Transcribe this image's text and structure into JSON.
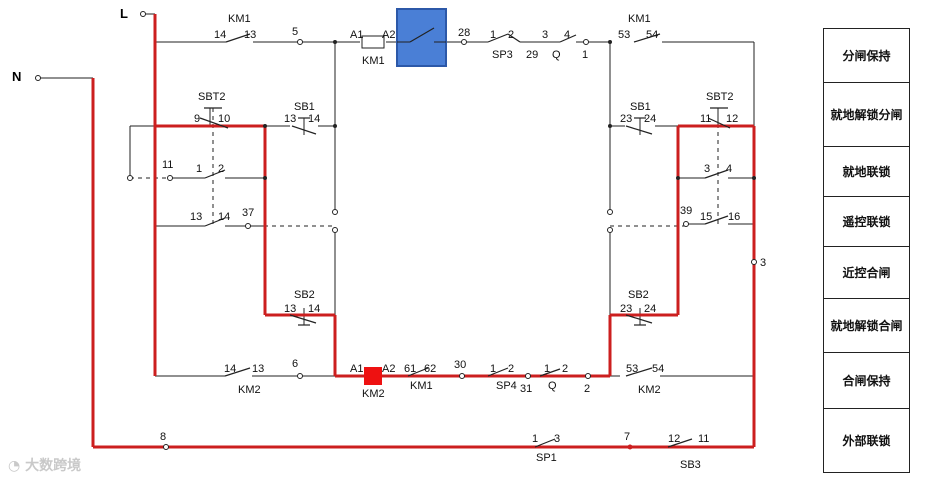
{
  "diagram": {
    "line_L": "L",
    "line_N": "N",
    "components": {
      "km1_top": "KM1",
      "km1_coil": "KM1",
      "km1_right_top": "KM1",
      "km1_bottom": "KM1",
      "km2_bottom": "KM2",
      "km2_coil": "KM2",
      "km2_right_bottom": "KM2",
      "sbt2_left": "SBT2",
      "sbt2_right": "SBT2",
      "sb1_left": "SB1",
      "sb1_right": "SB1",
      "sb2_left": "SB2",
      "sb2_right": "SB2",
      "sp3": "SP3",
      "sp4": "SP4",
      "q_top": "Q",
      "q_bottom": "Q",
      "sp1": "SP1",
      "sb3": "SB3"
    },
    "terminals": {
      "t14a": "14",
      "t13a": "13",
      "t5": "5",
      "tA1a": "A1",
      "tA2a": "A2",
      "t28": "28",
      "t1a": "1",
      "t2a": "2",
      "t3a": "3",
      "t4a": "4",
      "t29": "29",
      "t1b": "1",
      "t53a": "53",
      "t54a": "54",
      "t9": "9",
      "t10": "10",
      "t13b": "13",
      "t14b": "14",
      "t23a": "23",
      "t24a": "24",
      "t11a": "11",
      "t12a": "12",
      "t11b": "11",
      "t1c": "1",
      "t2c": "2",
      "t3c": "3",
      "t4c": "4",
      "t13c": "13",
      "t14c": "14",
      "t37": "37",
      "t39": "39",
      "t15": "15",
      "t16": "16",
      "t3d": "3",
      "t13d": "13",
      "t14d": "14",
      "t23b": "23",
      "t24b": "24",
      "t14e": "14",
      "t13e": "13",
      "t6": "6",
      "tA1b": "A1",
      "tA2b": "A2",
      "t61": "61",
      "t62": "62",
      "t30": "30",
      "t1d": "1",
      "t2d": "2",
      "t31": "31",
      "t1e": "1",
      "t2e": "2",
      "t2f": "2",
      "t53b": "53",
      "t54b": "54",
      "t8": "8",
      "t1f": "1",
      "t3e": "3",
      "t7": "7",
      "t12b": "12",
      "t11c": "11"
    },
    "colors": {
      "highlight_wire": "#cc1f1f",
      "normal_wire": "#222222",
      "closing_coil_fill": "#ee1111",
      "opening_coil_fill": "#4a7fd6",
      "opening_coil_border": "#2c58a8"
    }
  },
  "legend": {
    "items": [
      "分闸保持",
      "就地解锁分闸",
      "就地联锁",
      "遥控联锁",
      "近控合闸",
      "就地解锁合闸",
      "合闸保持",
      "外部联锁"
    ]
  },
  "watermark": "大数跨境"
}
